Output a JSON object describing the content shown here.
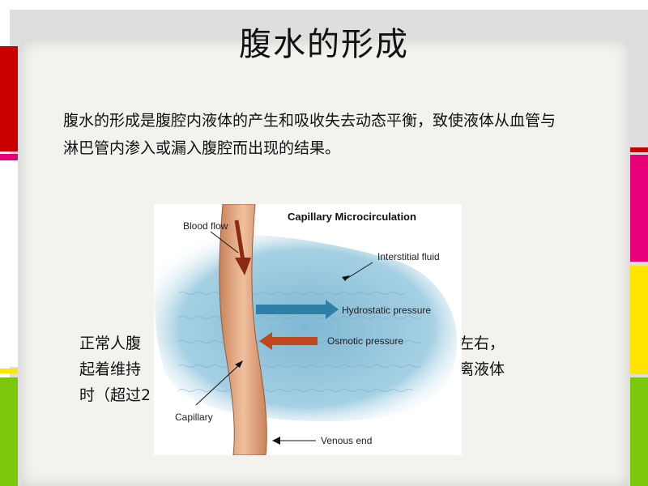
{
  "slide": {
    "title": "腹水的形成",
    "paragraph1": "腹水的形成是腹腔内液体的产生和吸收失去动态平衡，致使液体从血管与淋巴管内渗入或漏入腹腔而出现的结果。",
    "paragraph2_visible": {
      "line1_left": "正常人腹",
      "line1_right": "左右，",
      "line2_left": "起着维持",
      "line2_right": "离液体",
      "line3_left": "时（超过2"
    }
  },
  "diagram": {
    "title": "Capillary Microcirculation",
    "labels": {
      "blood_flow": "Blood flow",
      "interstitial_fluid": "Interstitial fluid",
      "hydrostatic_pressure": "Hydrostatic pressure",
      "osmotic_pressure": "Osmotic pressure",
      "capillary": "Capillary",
      "venous_end": "Venous end"
    }
  },
  "colors": {
    "left_bar_red": "#cc0000",
    "left_bar_pink": "#e8007a",
    "left_bar_green": "#7ac70c",
    "right_bar_red": "#cc0000",
    "right_bar_pink": "#e8007a",
    "right_bar_yellow": "#ffe400",
    "right_bar_green": "#7ac70c",
    "fluid_blue": "#8cc3dc",
    "vessel": "#e2a57a",
    "arrow_blue": "#2e7fa8",
    "arrow_red": "#c0461e"
  }
}
